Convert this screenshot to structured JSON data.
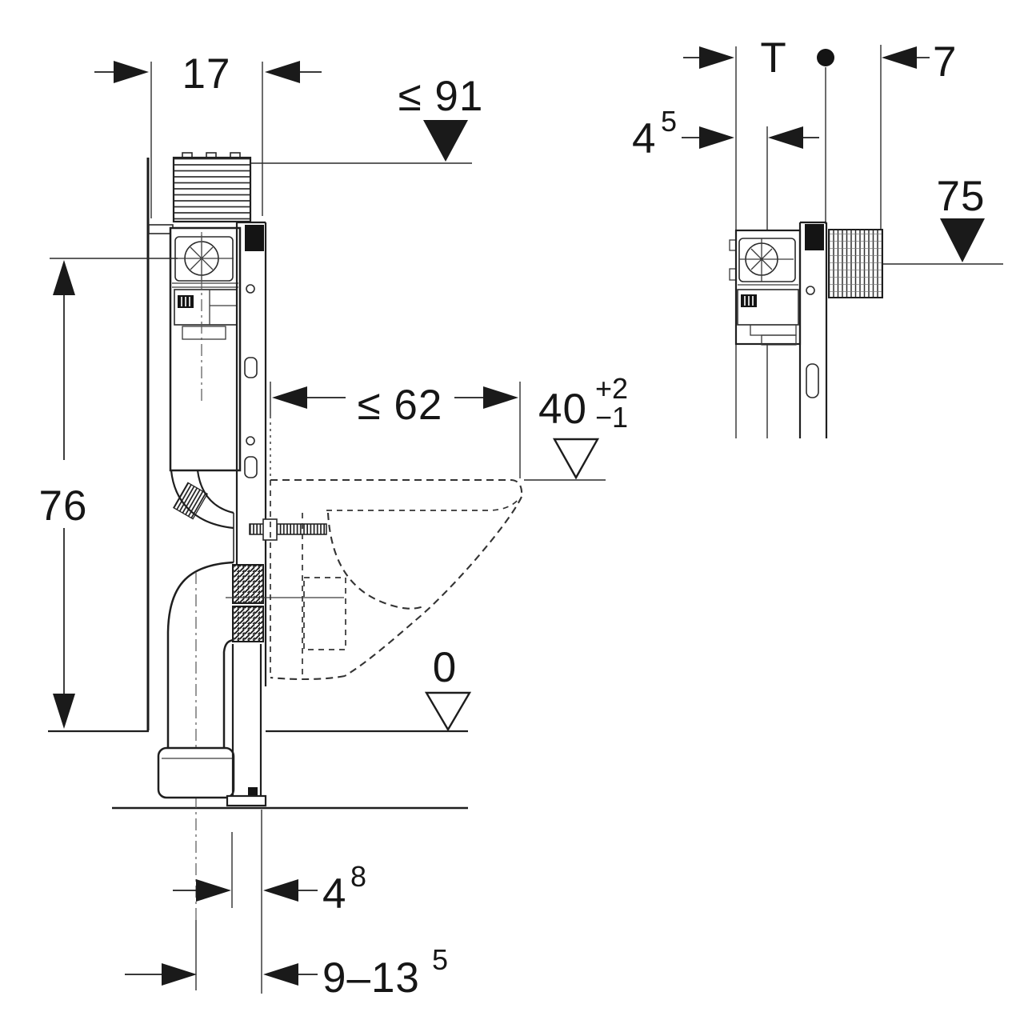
{
  "colors": {
    "ink": "#1f1f1f",
    "background": "#ffffff"
  },
  "dimensions": {
    "frame_width": {
      "label": "17"
    },
    "max_top_height": {
      "label": "≤ 91"
    },
    "valve_center_height": {
      "label": "76"
    },
    "max_bowl_depth": {
      "label": "≤ 62"
    },
    "bowl_top_height": {
      "label": "40",
      "tol_plus": "+2",
      "tol_minus": "−1"
    },
    "floor_level": {
      "label": "0"
    },
    "foot_offset": {
      "label": "4",
      "sup": "8"
    },
    "outlet_distance": {
      "label": "9–13",
      "sup": "5"
    },
    "wall_finish_thickness": {
      "label": "T"
    },
    "front_offset": {
      "label": "7"
    },
    "frame_depth": {
      "label": "4",
      "sup": "5"
    },
    "side_level_height": {
      "label": "75"
    }
  }
}
